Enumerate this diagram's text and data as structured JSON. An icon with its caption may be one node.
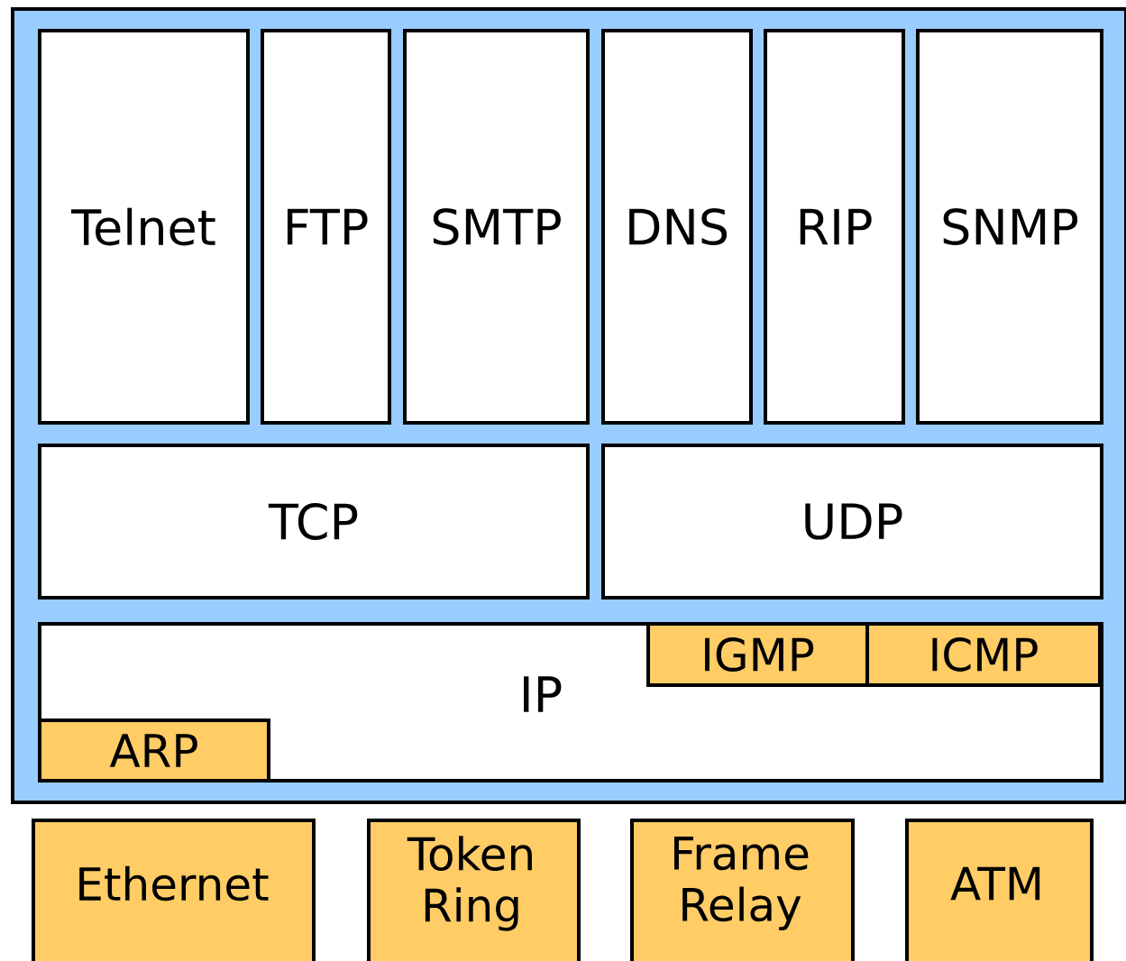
{
  "diagram": {
    "nodes": [
      {
        "text": [],
        "shape": "box"
      },
      {
        "text": [
          "Telnet"
        ],
        "in": 0
      },
      {
        "text": [
          "FTP"
        ],
        "in": 0
      },
      {
        "text": [
          "SMTP"
        ],
        "in": 0
      },
      {
        "text": [
          "DNS"
        ],
        "in": 0
      },
      {
        "text": [
          "RIP"
        ],
        "in": 0
      },
      {
        "text": [
          "SNMP"
        ],
        "in": 0
      },
      {
        "text": [
          "TCP"
        ],
        "in": 0
      },
      {
        "text": [
          "UDP"
        ],
        "in": 0
      },
      {
        "text": [
          "IP"
        ],
        "in": 0
      },
      {
        "text": [
          "IGMP"
        ],
        "in": 9
      },
      {
        "text": [
          "ICMP"
        ],
        "in": 9
      },
      {
        "text": [
          "ARP"
        ],
        "in": 9
      },
      {
        "text": [
          "Ethernet"
        ]
      },
      {
        "text": [
          "Token Ring"
        ]
      },
      {
        "text": [
          "Frame Relay"
        ]
      },
      {
        "text": [
          "ATM"
        ]
      }
    ]
  }
}
